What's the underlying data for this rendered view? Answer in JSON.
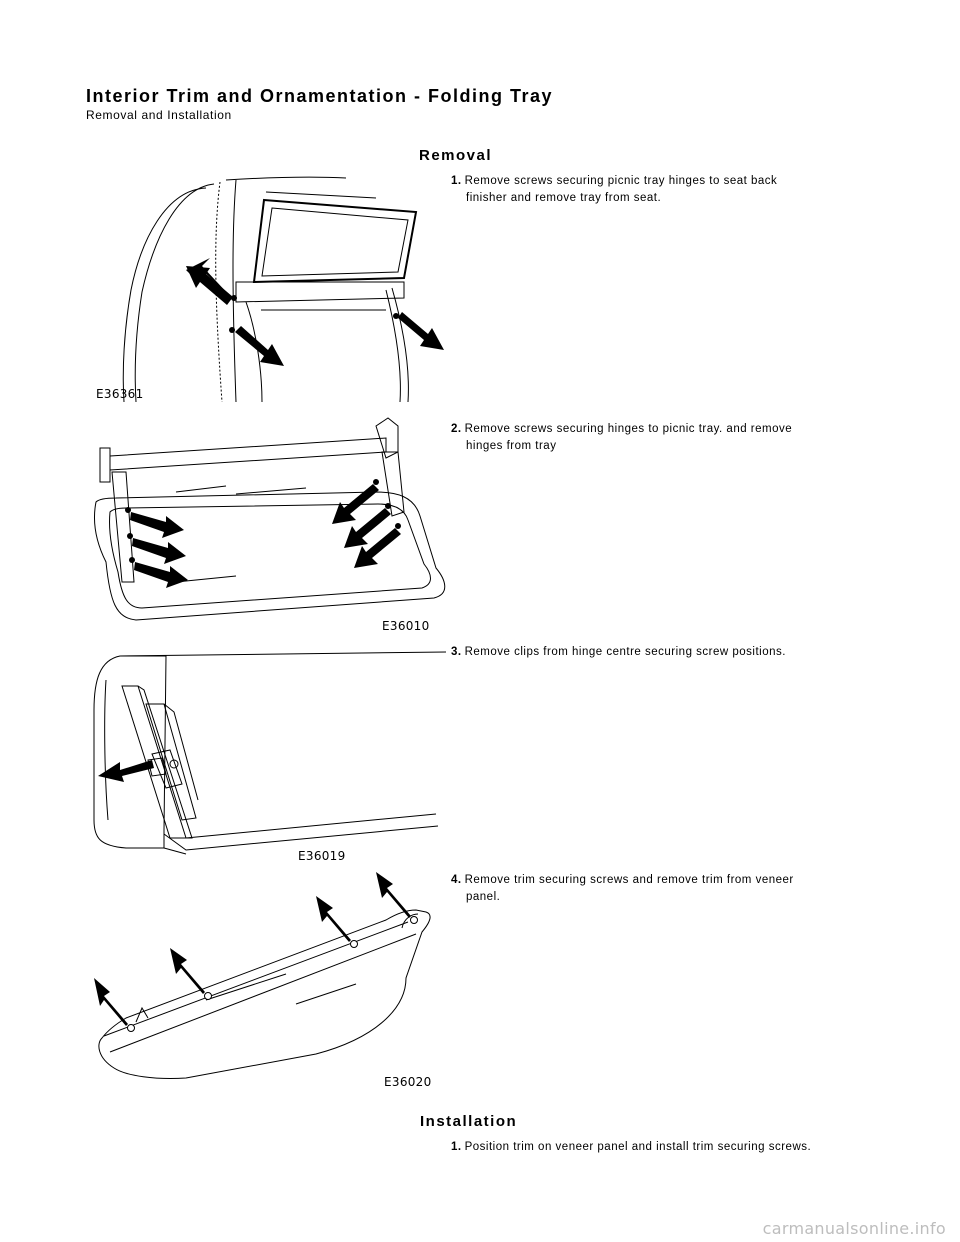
{
  "header": {
    "title": "Interior Trim and Ornamentation - Folding Tray",
    "subtitle": "Removal and Installation"
  },
  "removal": {
    "heading": "Removal",
    "steps": [
      {
        "number": "1.",
        "line1": "Remove screws securing picnic tray hinges to seat back",
        "line2": "finisher and remove tray from seat.",
        "figure_code": "E36361"
      },
      {
        "number": "2.",
        "line1": "Remove screws securing hinges to picnic tray. and remove",
        "line2": "hinges from tray",
        "figure_code": "E36010"
      },
      {
        "number": "3.",
        "line1": "Remove clips from hinge centre securing screw positions.",
        "line2": "",
        "figure_code": "E36019"
      },
      {
        "number": "4.",
        "line1": "Remove trim securing screws and remove trim from veneer",
        "line2": "panel.",
        "figure_code": "E36020"
      }
    ]
  },
  "installation": {
    "heading": "Installation",
    "steps": [
      {
        "number": "1.",
        "line1": "Position trim on veneer panel and install trim securing screws.",
        "line2": ""
      }
    ]
  },
  "watermark": "carmanualsonline.info"
}
